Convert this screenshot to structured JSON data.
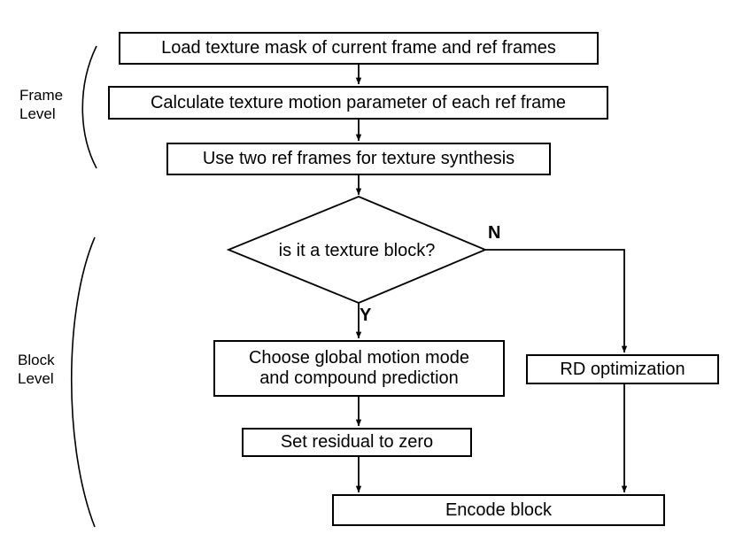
{
  "diagram": {
    "title_present": false,
    "colors": {
      "stroke": "#000000",
      "fill": "#ffffff",
      "text": "#000000"
    },
    "groups": [
      {
        "id": "frame-level",
        "label": "Frame\nLevel"
      },
      {
        "id": "block-level",
        "label": "Block\nLevel"
      }
    ],
    "nodes": [
      {
        "id": "load-texture-mask",
        "shape": "rect",
        "label": "Load texture mask of current frame and ref frames"
      },
      {
        "id": "calculate-texture-motion",
        "shape": "rect",
        "label": "Calculate texture motion parameter of each ref frame"
      },
      {
        "id": "use-two-ref-frames",
        "shape": "rect",
        "label": "Use two ref frames for texture synthesis"
      },
      {
        "id": "is-texture-block",
        "shape": "diamond",
        "label": "is it a texture block?"
      },
      {
        "id": "choose-global-motion",
        "shape": "rect",
        "label": "Choose global motion mode\nand compound prediction"
      },
      {
        "id": "rd-optimization",
        "shape": "rect",
        "label": "RD optimization"
      },
      {
        "id": "set-residual-zero",
        "shape": "rect",
        "label": "Set residual to zero"
      },
      {
        "id": "encode-block",
        "shape": "rect",
        "label": "Encode block"
      }
    ],
    "branch_labels": {
      "yes": "Y",
      "no": "N"
    },
    "edges": [
      {
        "from": "load-texture-mask",
        "to": "calculate-texture-motion",
        "label": ""
      },
      {
        "from": "calculate-texture-motion",
        "to": "use-two-ref-frames",
        "label": ""
      },
      {
        "from": "use-two-ref-frames",
        "to": "is-texture-block",
        "label": ""
      },
      {
        "from": "is-texture-block",
        "to": "choose-global-motion",
        "label": "Y"
      },
      {
        "from": "is-texture-block",
        "to": "rd-optimization",
        "label": "N"
      },
      {
        "from": "choose-global-motion",
        "to": "set-residual-zero",
        "label": ""
      },
      {
        "from": "set-residual-zero",
        "to": "encode-block",
        "label": ""
      },
      {
        "from": "rd-optimization",
        "to": "encode-block",
        "label": ""
      }
    ]
  }
}
